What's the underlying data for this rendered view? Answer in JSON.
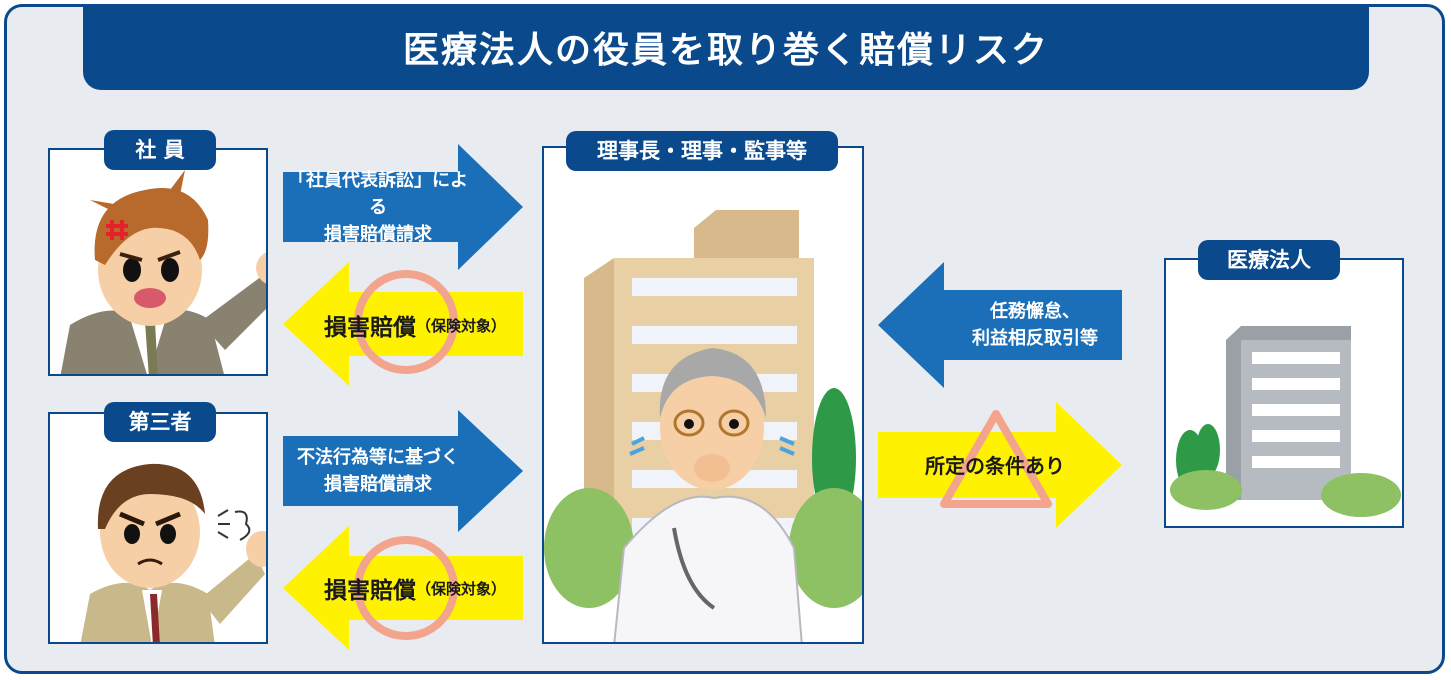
{
  "title": "医療法人の役員を取り巻く賠償リスク",
  "actors": {
    "employee": "社 員",
    "third_party": "第三者",
    "directors": "理事長・理事・監事等",
    "corporation": "医療法人"
  },
  "arrows": {
    "employee_claim": {
      "line1": "「社員代表訴訟」による",
      "line2": "損害賠償請求"
    },
    "employee_compensation": {
      "main": "損害賠償",
      "sub": "（保険対象）"
    },
    "third_party_claim": {
      "line1": "不法行為等に基づく",
      "line2": "損害賠償請求"
    },
    "third_party_compensation": {
      "main": "損害賠償",
      "sub": "（保険対象）"
    },
    "corporation_claim": {
      "line1": "任務懈怠、",
      "line2": "利益相反取引等"
    },
    "conditional": {
      "text": "所定の条件あり"
    }
  },
  "colors": {
    "navy": "#0a4a8c",
    "arrow_blue": "#1a6fb8",
    "arrow_yellow": "#fff200",
    "mark_circle": "#f2a48c"
  }
}
